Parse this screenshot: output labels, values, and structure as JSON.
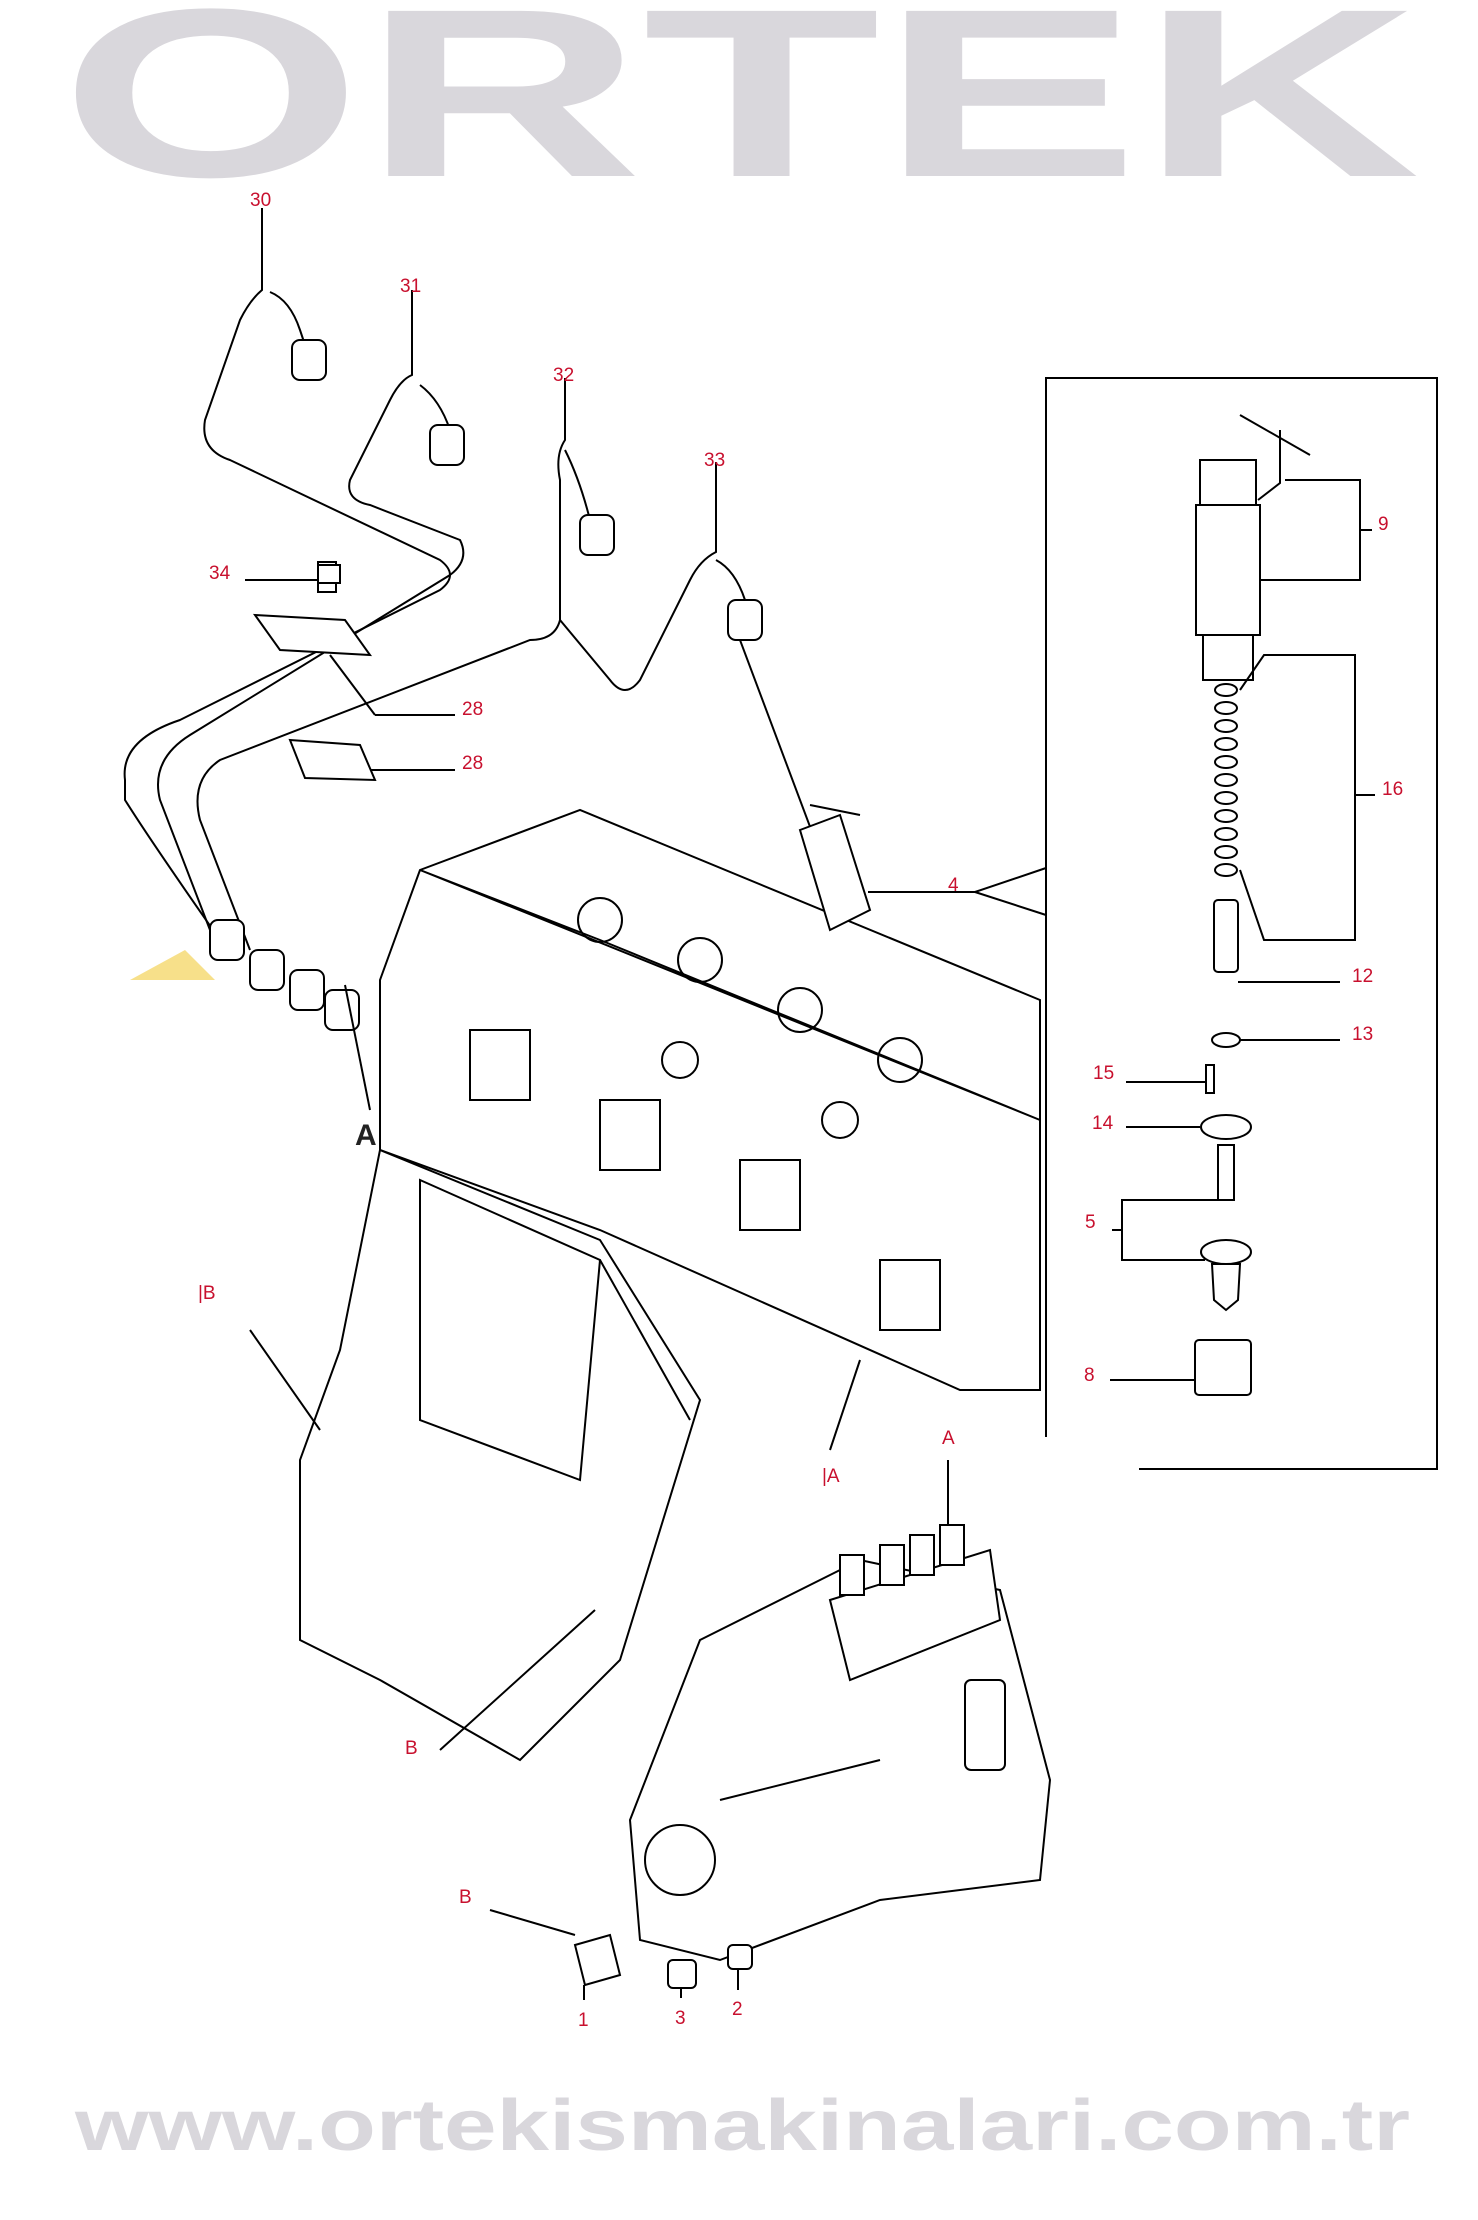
{
  "watermark": {
    "logo": "ORTEK",
    "url": "www.ortekismakinalari.com.tr",
    "color": "#d9d7dc",
    "accent": "#f7e08a"
  },
  "label_color": "#c8102e",
  "callouts": {
    "p30": "30",
    "p31": "31",
    "p32": "32",
    "p33": "33",
    "p34": "34",
    "p28a": "28",
    "p28b": "28",
    "p9": "9",
    "p16": "16",
    "p4": "4",
    "p12": "12",
    "p13": "13",
    "p15": "15",
    "p14": "14",
    "p5": "5",
    "p8": "8",
    "p1": "1",
    "p3": "3",
    "p2": "2"
  },
  "refs": {
    "a_arrow": "A",
    "b_mark": "|B",
    "a_mark": "|A",
    "a_pump": "A",
    "b_block": "B",
    "b_bracket": "B"
  }
}
